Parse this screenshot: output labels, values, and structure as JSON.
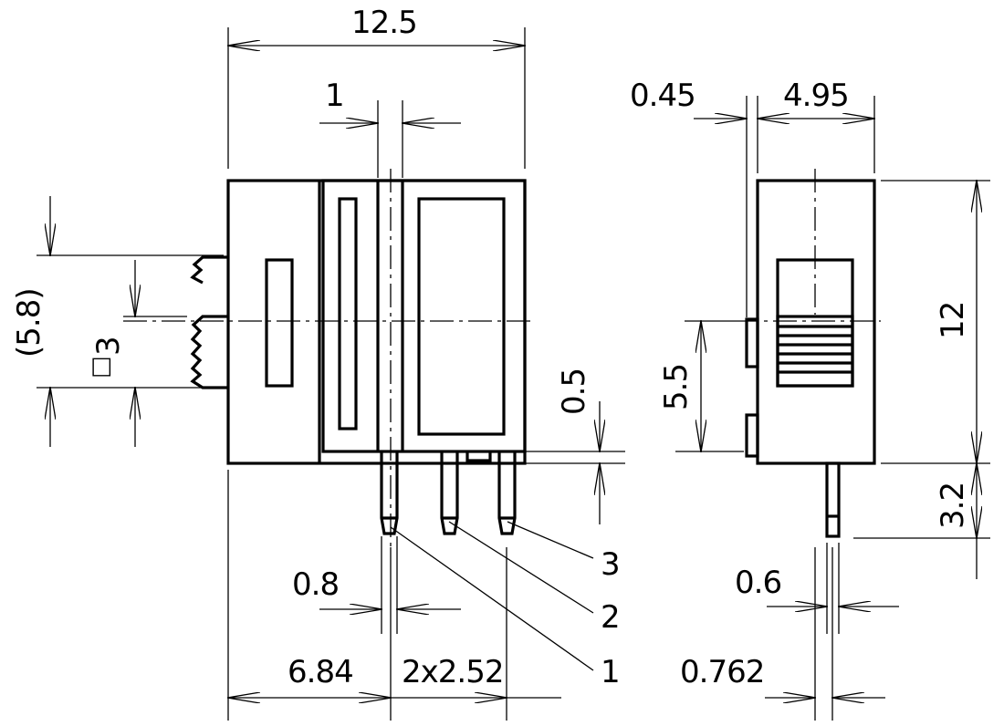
{
  "dimensions": {
    "overall_width": "12.5",
    "slider_width": "1",
    "side_gap": "0.45",
    "body_depth": "4.95",
    "mount_ref": "(5.8)",
    "square_symbol": "□",
    "square_size": "3",
    "offset": "0.5",
    "actuator_height": "5.5",
    "body_height": "12",
    "pin_length": "3.2",
    "pin_width": "0.8",
    "pin_thickness": "0.6",
    "first_pin_offset": "6.84",
    "pin_pitch": "2x2.52",
    "pin_pitch_side": "0.762"
  },
  "pin_labels": [
    "1",
    "2",
    "3"
  ]
}
